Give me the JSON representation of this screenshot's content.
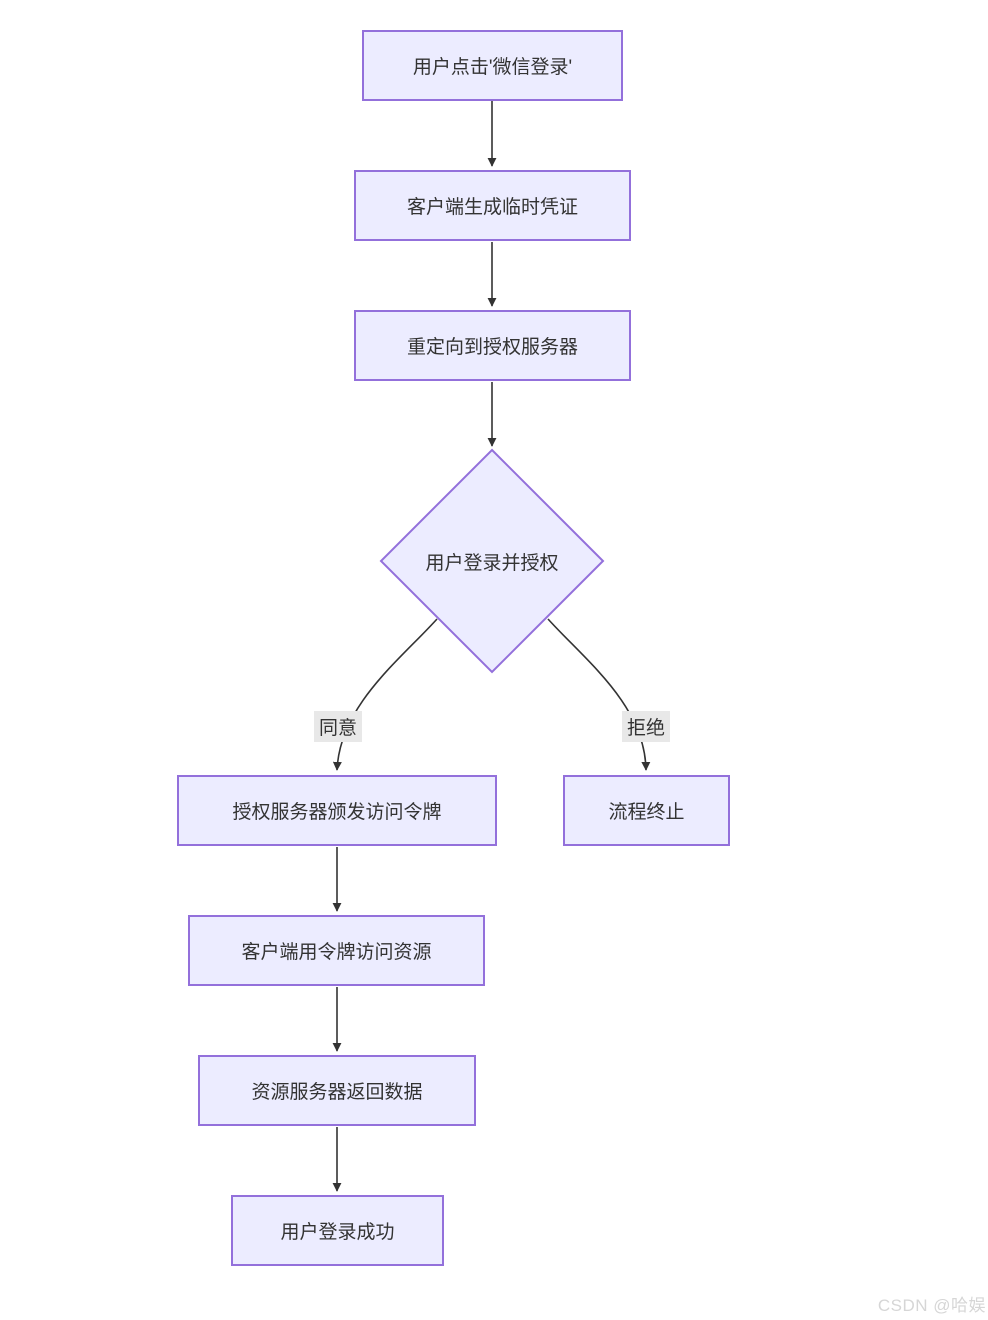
{
  "diagram": {
    "type": "flowchart",
    "nodes": {
      "click": {
        "label": "用户点击'微信登录'",
        "shape": "rect"
      },
      "cred": {
        "label": "客户端生成临时凭证",
        "shape": "rect"
      },
      "redirect": {
        "label": "重定向到授权服务器",
        "shape": "rect"
      },
      "decision": {
        "label": "用户登录并授权",
        "shape": "diamond"
      },
      "issue": {
        "label": "授权服务器颁发访问令牌",
        "shape": "rect"
      },
      "terminate": {
        "label": "流程终止",
        "shape": "rect"
      },
      "access": {
        "label": "客户端用令牌访问资源",
        "shape": "rect"
      },
      "return": {
        "label": "资源服务器返回数据",
        "shape": "rect"
      },
      "success": {
        "label": "用户登录成功",
        "shape": "rect"
      }
    },
    "edges": [
      {
        "from": "click",
        "to": "cred",
        "label": ""
      },
      {
        "from": "cred",
        "to": "redirect",
        "label": ""
      },
      {
        "from": "redirect",
        "to": "decision",
        "label": ""
      },
      {
        "from": "decision",
        "to": "issue",
        "label": "同意"
      },
      {
        "from": "decision",
        "to": "terminate",
        "label": "拒绝"
      },
      {
        "from": "issue",
        "to": "access",
        "label": ""
      },
      {
        "from": "access",
        "to": "return",
        "label": ""
      },
      {
        "from": "return",
        "to": "success",
        "label": ""
      }
    ],
    "colors": {
      "node_fill": "#ECECFF",
      "node_border": "#9370DB",
      "edge": "#333333",
      "text": "#333333",
      "edge_label_bg": "#e8e8e8"
    },
    "watermark": "CSDN @哈娱"
  }
}
